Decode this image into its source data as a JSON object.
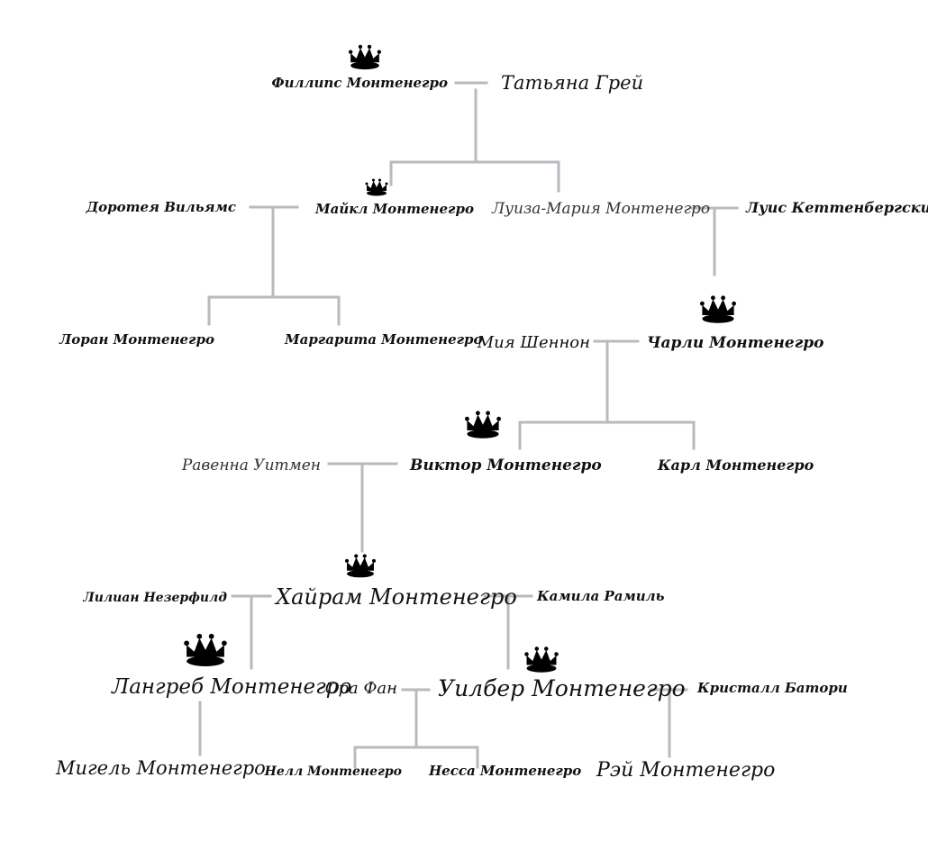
{
  "people": {
    "phillips": "Филлипс Монтенегро",
    "tatyana": "Татьяна Грей",
    "doroteya": "Доротея Вильямс",
    "michael": "Майкл Монтенегро",
    "luiza": "Луиза-Мария Монтенегро",
    "luis": "Луис Кеттенбергский",
    "loran": "Лоран Монтенегро",
    "margarita": "Маргарита Монтенегро",
    "miya": "Мия Шеннон",
    "charli": "Чарли Монтенегро",
    "ravenna": "Равенна Уитмен",
    "viktor": "Виктор Монтенегро",
    "karl": "Карл Монтенегро",
    "lilian": "Лилиан Незерфилд",
    "hairam": "Хайрам Монтенегро",
    "kamila": "Камила Рамиль",
    "langreb": "Лангреб Монтенегро",
    "ora": "Ора Фан",
    "uilber": "Уилбер Монтенегро",
    "kristall": "Кристалл Батори",
    "migel": "Мигель Монтенегро",
    "nell": "Нелл Монтенегро",
    "nessa": "Несса Монтенегро",
    "rey": "Рэй Монтенегро"
  },
  "icons": {
    "crown": "crown-icon"
  },
  "colors": {
    "connector": "#b9b9bf",
    "text": "#111111",
    "background": "#ffffff"
  }
}
